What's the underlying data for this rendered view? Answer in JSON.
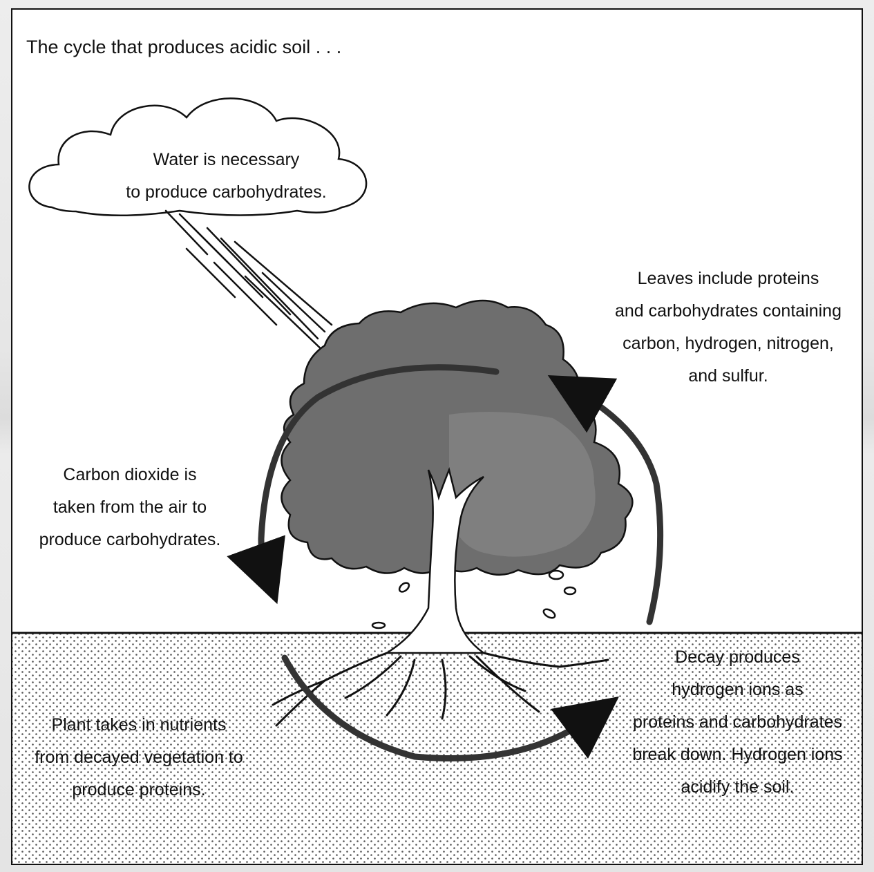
{
  "diagram": {
    "title": "The cycle that produces acidic soil . . .",
    "labels": {
      "water": [
        "Water is necessary",
        "to produce carbohydrates."
      ],
      "leaves": [
        "Leaves include proteins",
        "and carbohydrates containing",
        "carbon, hydrogen, nitrogen,",
        "and sulfur."
      ],
      "co2": [
        "Carbon dioxide is",
        "taken from the air to",
        "produce carbohydrates."
      ],
      "nutrients": [
        "Plant takes in nutrients",
        "from decayed vegetation to",
        "produce proteins."
      ],
      "decay": [
        "Decay produces",
        "hydrogen ions as",
        "proteins and carbohydrates",
        "break down. Hydrogen ions",
        "acidify the soil."
      ]
    },
    "icons": [
      "rain-cloud-icon",
      "rain-streaks",
      "tree-icon",
      "cycle-arrows",
      "soil-stipple"
    ],
    "colors": {
      "ink": "#111111",
      "canopy": "#6e6e6e",
      "paper": "#ffffff",
      "page": "#ececec"
    }
  }
}
